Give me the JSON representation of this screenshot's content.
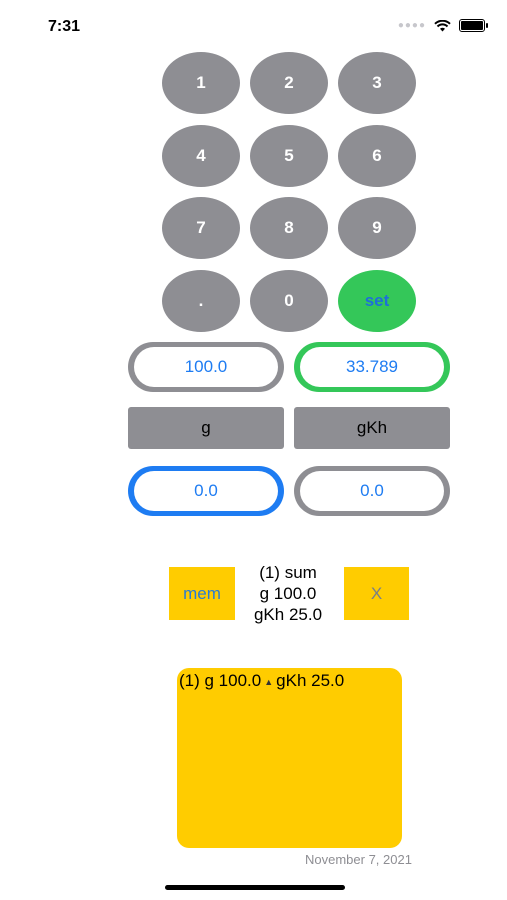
{
  "status_bar": {
    "time": "7:31"
  },
  "keypad": {
    "keys": [
      "1",
      "2",
      "3",
      "4",
      "5",
      "6",
      "7",
      "8",
      "9",
      ".",
      "0"
    ],
    "set_label": "set"
  },
  "inputs": {
    "left_value": "100.0",
    "right_value": "33.789",
    "left_unit": "g",
    "right_unit": "gKh",
    "left_offset": "0.0",
    "right_offset": "0.0"
  },
  "memory": {
    "mem_label": "mem",
    "clear_label": "X",
    "summary": [
      "(1) sum",
      "g 100.0",
      "gKh 25.0"
    ]
  },
  "memo": {
    "entry_left": "(1) g 100.0",
    "entry_right": "gKh 25.0"
  },
  "footer": {
    "date": "November 7, 2021"
  }
}
